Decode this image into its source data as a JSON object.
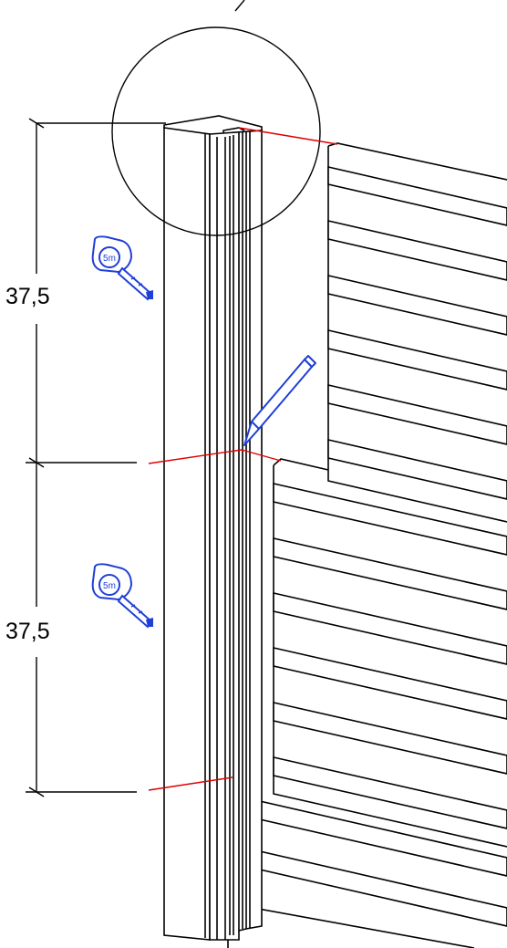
{
  "dimensions": {
    "upper": "37,5",
    "lower": "37,5"
  },
  "tape_measure": {
    "label": "5m"
  },
  "colors": {
    "line": "#000000",
    "tool": "#1f3fd6",
    "marker": "#e00000"
  }
}
